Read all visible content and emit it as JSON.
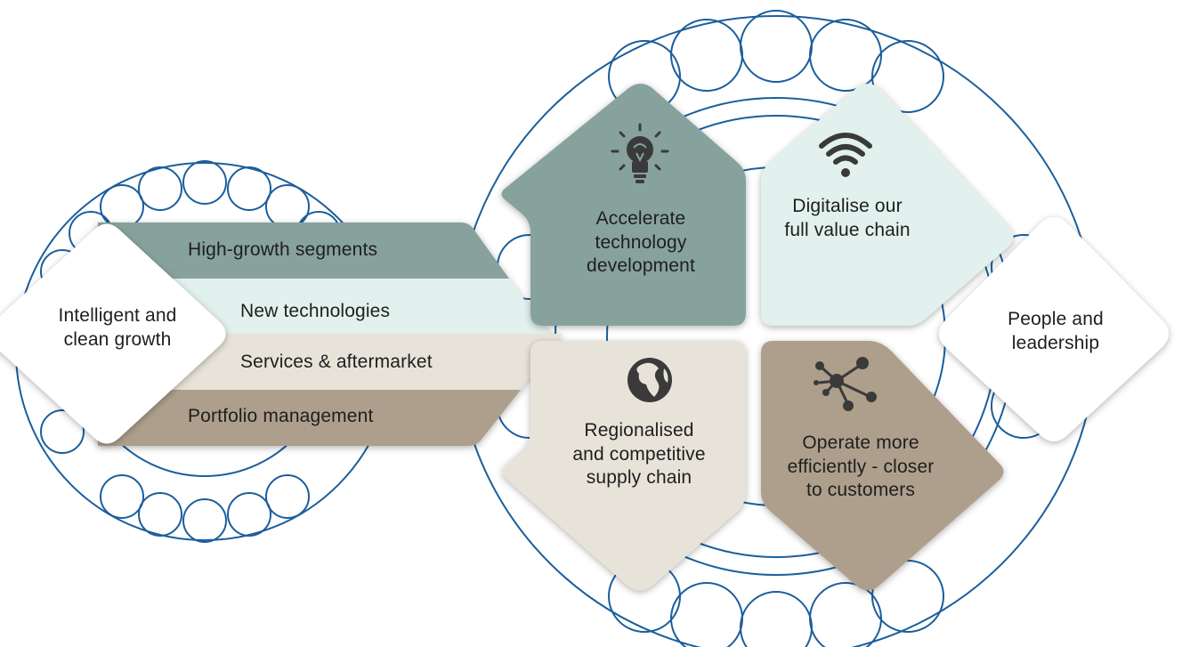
{
  "colors": {
    "bearing_outline": "#1b5e9c",
    "sage": "#87a29c",
    "mint": "#e2f1ed",
    "beige": "#e7e3d9",
    "taupe": "#ae9f8c",
    "white": "#ffffff",
    "icon": "#3a3a3a"
  },
  "left_group": {
    "hub_label": "Intelligent and\nclean growth",
    "bands": [
      {
        "label": "High-growth segments"
      },
      {
        "label": "New technologies"
      },
      {
        "label": "Services & aftermarket"
      },
      {
        "label": "Portfolio management"
      }
    ]
  },
  "right_group": {
    "tiles": [
      {
        "label": "Accelerate\ntechnology\ndevelopment",
        "icon": "lightbulb-icon"
      },
      {
        "label": "Digitalise our\nfull value chain",
        "icon": "wifi-icon"
      },
      {
        "label": "Regionalised\nand competitive\nsupply chain",
        "icon": "globe-icon"
      },
      {
        "label": "Operate more\nefficiently - closer\nto customers",
        "icon": "network-icon"
      }
    ],
    "side_label": "People and\nleadership"
  }
}
